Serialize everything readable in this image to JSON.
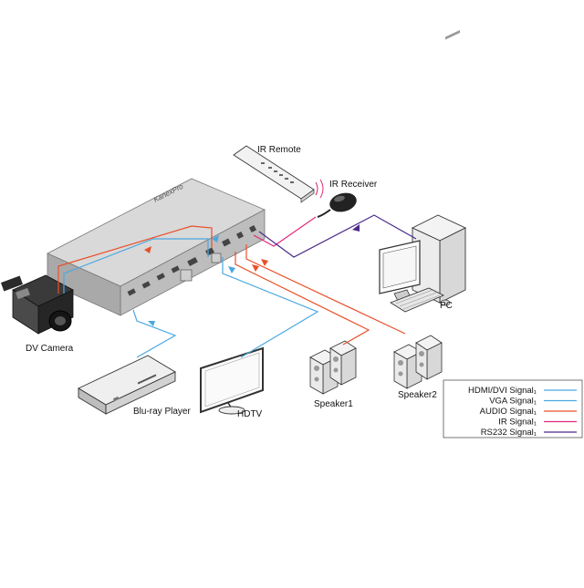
{
  "labels": {
    "ir_remote": "IR Remote",
    "ir_receiver": "IR Receiver",
    "pc": "PC",
    "dv_camera": "DV Camera",
    "bluray_player": "Blu-ray Player",
    "hdtv": "HDTV",
    "speaker1": "Speaker1",
    "speaker2": "Speaker2"
  },
  "device": {
    "brand": "KanexPro"
  },
  "legend": [
    {
      "label": "HDMI/DVI Signal₁",
      "color": "#4aa8e0"
    },
    {
      "label": "VGA Signal₁",
      "color": "#4aa8e0"
    },
    {
      "label": "AUDIO Signal₁",
      "color": "#e8502a"
    },
    {
      "label": "IR Signal₁",
      "color": "#e02a7a"
    },
    {
      "label": "RS232 Signal₁",
      "color": "#4a2a8a"
    }
  ],
  "colors": {
    "hdmi": "#4aa8e0",
    "audio": "#e8502a",
    "ir": "#e02a7a",
    "rs232": "#4a2a8a",
    "outline": "#333333"
  }
}
